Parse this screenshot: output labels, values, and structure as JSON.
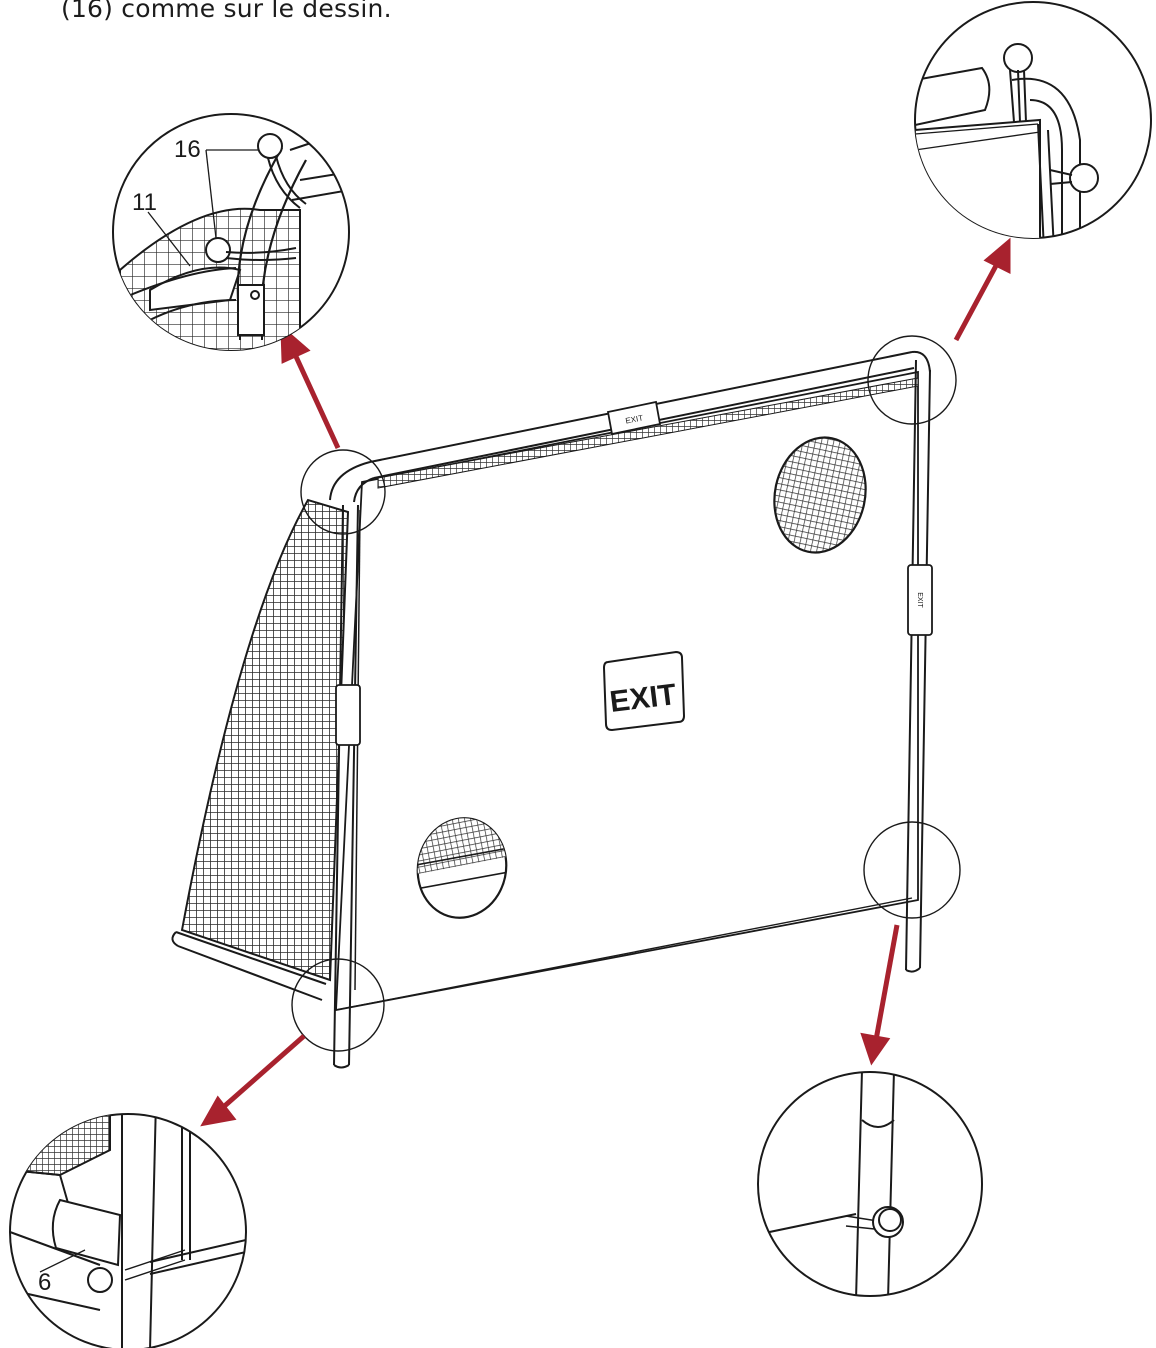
{
  "caption": "(16) comme sur le dessin.",
  "colors": {
    "line": "#1a1a1a",
    "arrow": "#a8222e",
    "mesh": "#2a2a2a",
    "background": "#ffffff"
  },
  "product": {
    "logo_text": "EXIT",
    "crossbar_badge": "EXIT",
    "post_badge": "EXIT"
  },
  "detail_callouts": [
    {
      "id": "top-left",
      "labels": [
        "16",
        "11"
      ],
      "description": "Ball-bungee (16) securing net (11) to top-left corner bend"
    },
    {
      "id": "top-right",
      "labels": [],
      "description": "Ball-bungee securing net at top-right corner"
    },
    {
      "id": "bottom-left",
      "labels": [
        "6"
      ],
      "description": "Ground bar (6) attached at bottom-left post with ball-bungee"
    },
    {
      "id": "bottom-right",
      "labels": [],
      "description": "Ball-bungee securing net at bottom-right post"
    }
  ],
  "part_labels": {
    "p16": "16",
    "p11": "11",
    "p6": "6"
  },
  "arrow_icons": [
    "arrow-to-top-left-detail",
    "arrow-to-top-right-detail",
    "arrow-to-bottom-left-detail",
    "arrow-to-bottom-right-detail"
  ]
}
